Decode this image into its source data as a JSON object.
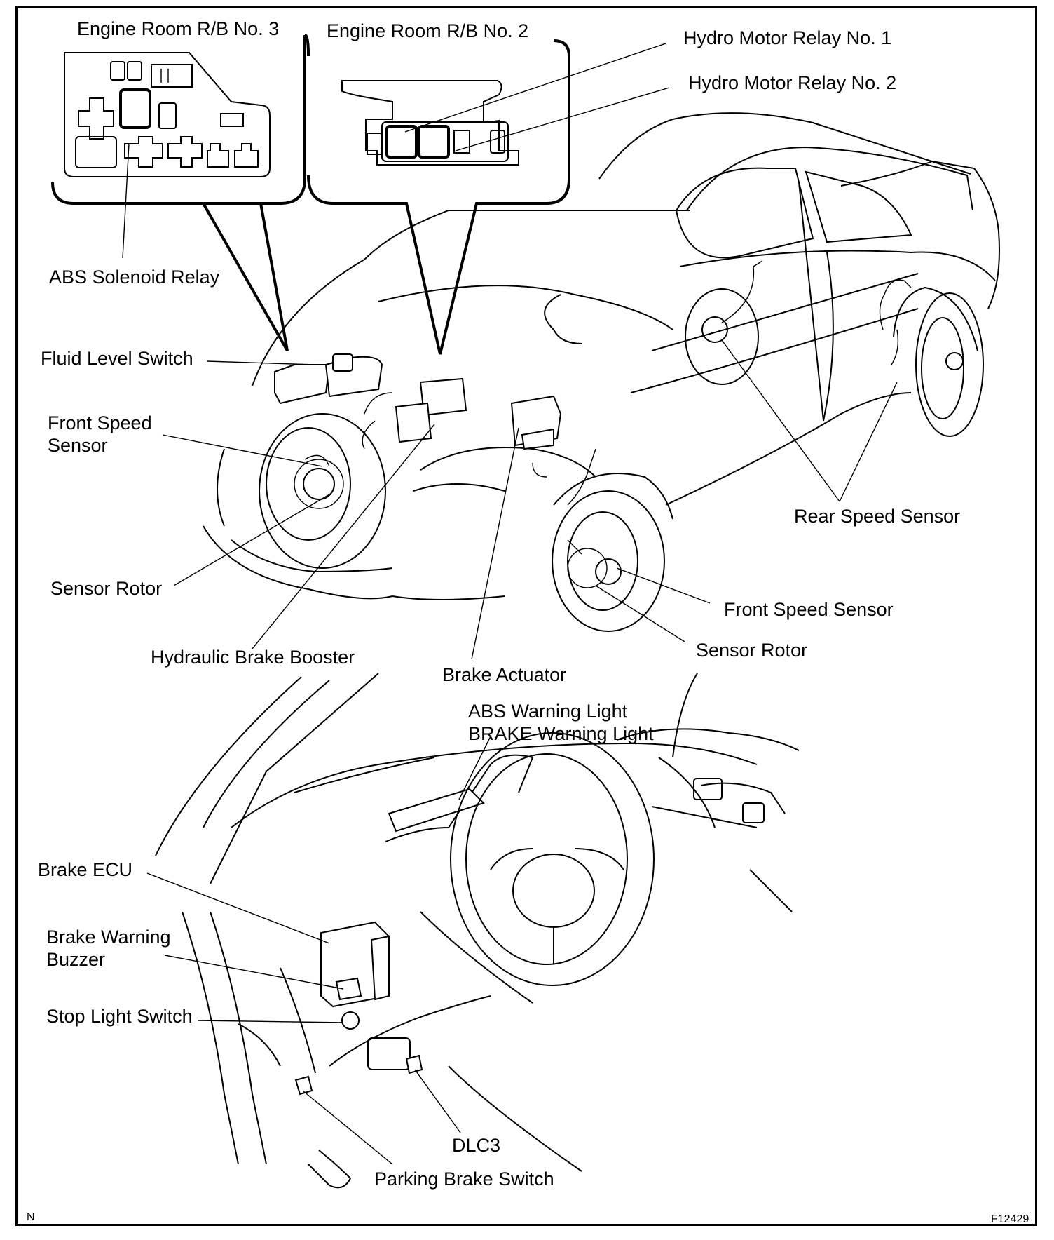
{
  "labels": {
    "rb3": "Engine Room R/B No. 3",
    "rb2": "Engine Room R/B No. 2",
    "hydro1": "Hydro Motor Relay No. 1",
    "hydro2": "Hydro Motor Relay No. 2",
    "abs_solenoid": "ABS Solenoid Relay",
    "fluid_level": "Fluid Level Switch",
    "front_speed_left": "Front Speed\nSensor",
    "rear_speed": "Rear Speed Sensor",
    "sensor_rotor_left": "Sensor Rotor",
    "front_speed_right": "Front Speed Sensor",
    "sensor_rotor_right": "Sensor Rotor",
    "hydraulic_booster": "Hydraulic Brake Booster",
    "brake_actuator": "Brake Actuator",
    "abs_warning": "ABS Warning Light",
    "brake_warning": "BRAKE Warning Light",
    "brake_ecu": "Brake ECU",
    "brake_buzzer": "Brake Warning\nBuzzer",
    "stop_light": "Stop Light Switch",
    "dlc3": "DLC3",
    "parking_brake": "Parking Brake Switch"
  },
  "corner": {
    "left": "N",
    "right": "F12429"
  }
}
